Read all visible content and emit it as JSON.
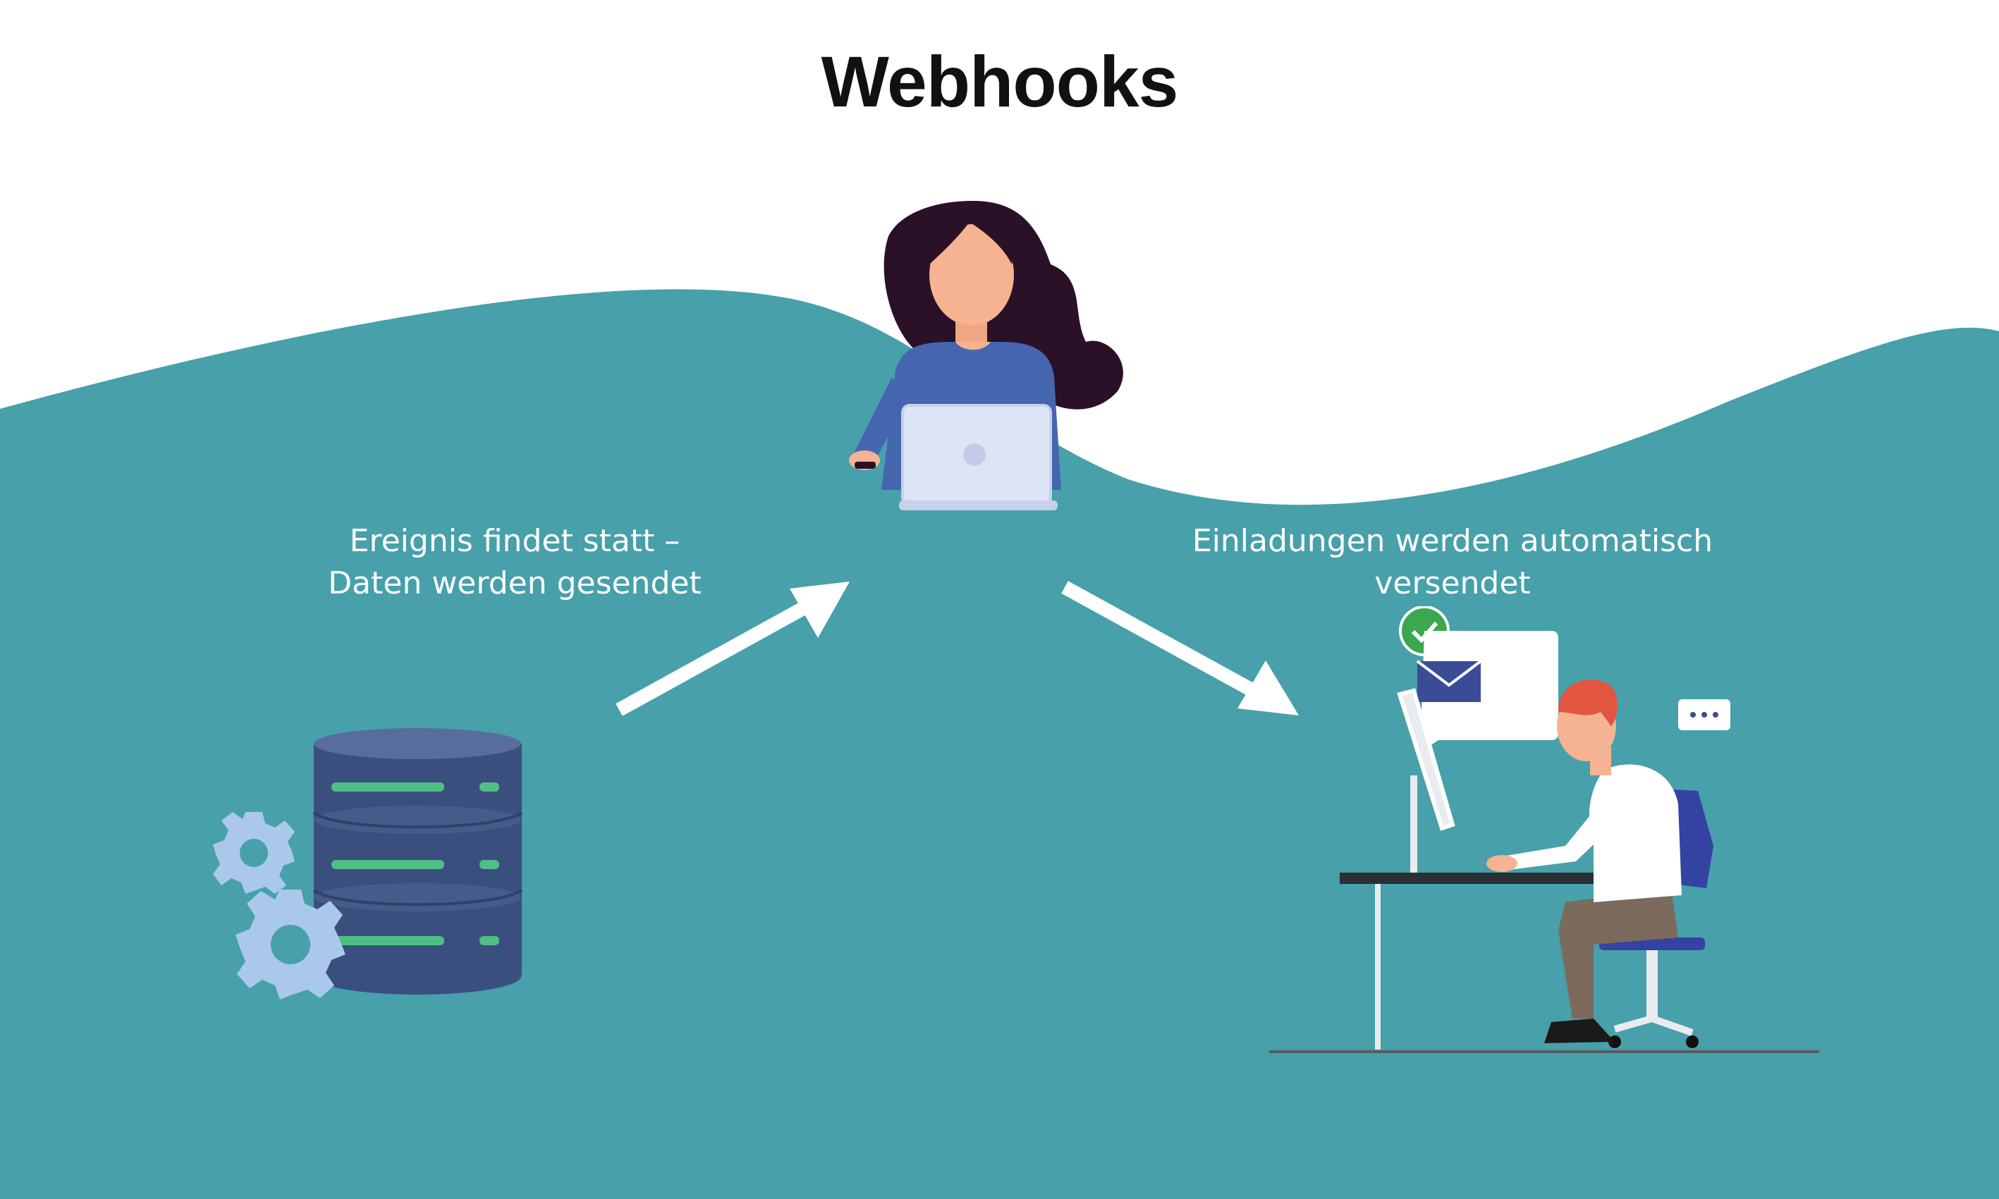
{
  "title": "Webhooks",
  "caption_left": {
    "line1": "Ereignis findet statt –",
    "line2": "Daten werden gesendet"
  },
  "caption_right": {
    "line1": "Einladungen werden automatisch",
    "line2": "versendet"
  },
  "colors": {
    "teal_background": "#47a0aa",
    "white": "#ffffff",
    "database_navy": "#3a4f7e",
    "database_green": "#4fbf86",
    "gear_blue": "#aac8ec",
    "sweater_blue": "#4566ae",
    "hair_dark": "#2a1128",
    "skin": "#f5b391",
    "laptop": "#dde4f4",
    "check_green": "#3aa84c",
    "envelope_navy": "#3a4c98",
    "hair_red": "#e3553f",
    "trousers_brown": "#7c6a5c",
    "chair_blue": "#3443a2"
  },
  "icons": [
    "database-icon",
    "gear-icon",
    "woman-with-laptop-icon",
    "man-at-desk-icon",
    "envelope-icon",
    "check-icon",
    "chat-bubble-icon",
    "arrow-icon"
  ]
}
